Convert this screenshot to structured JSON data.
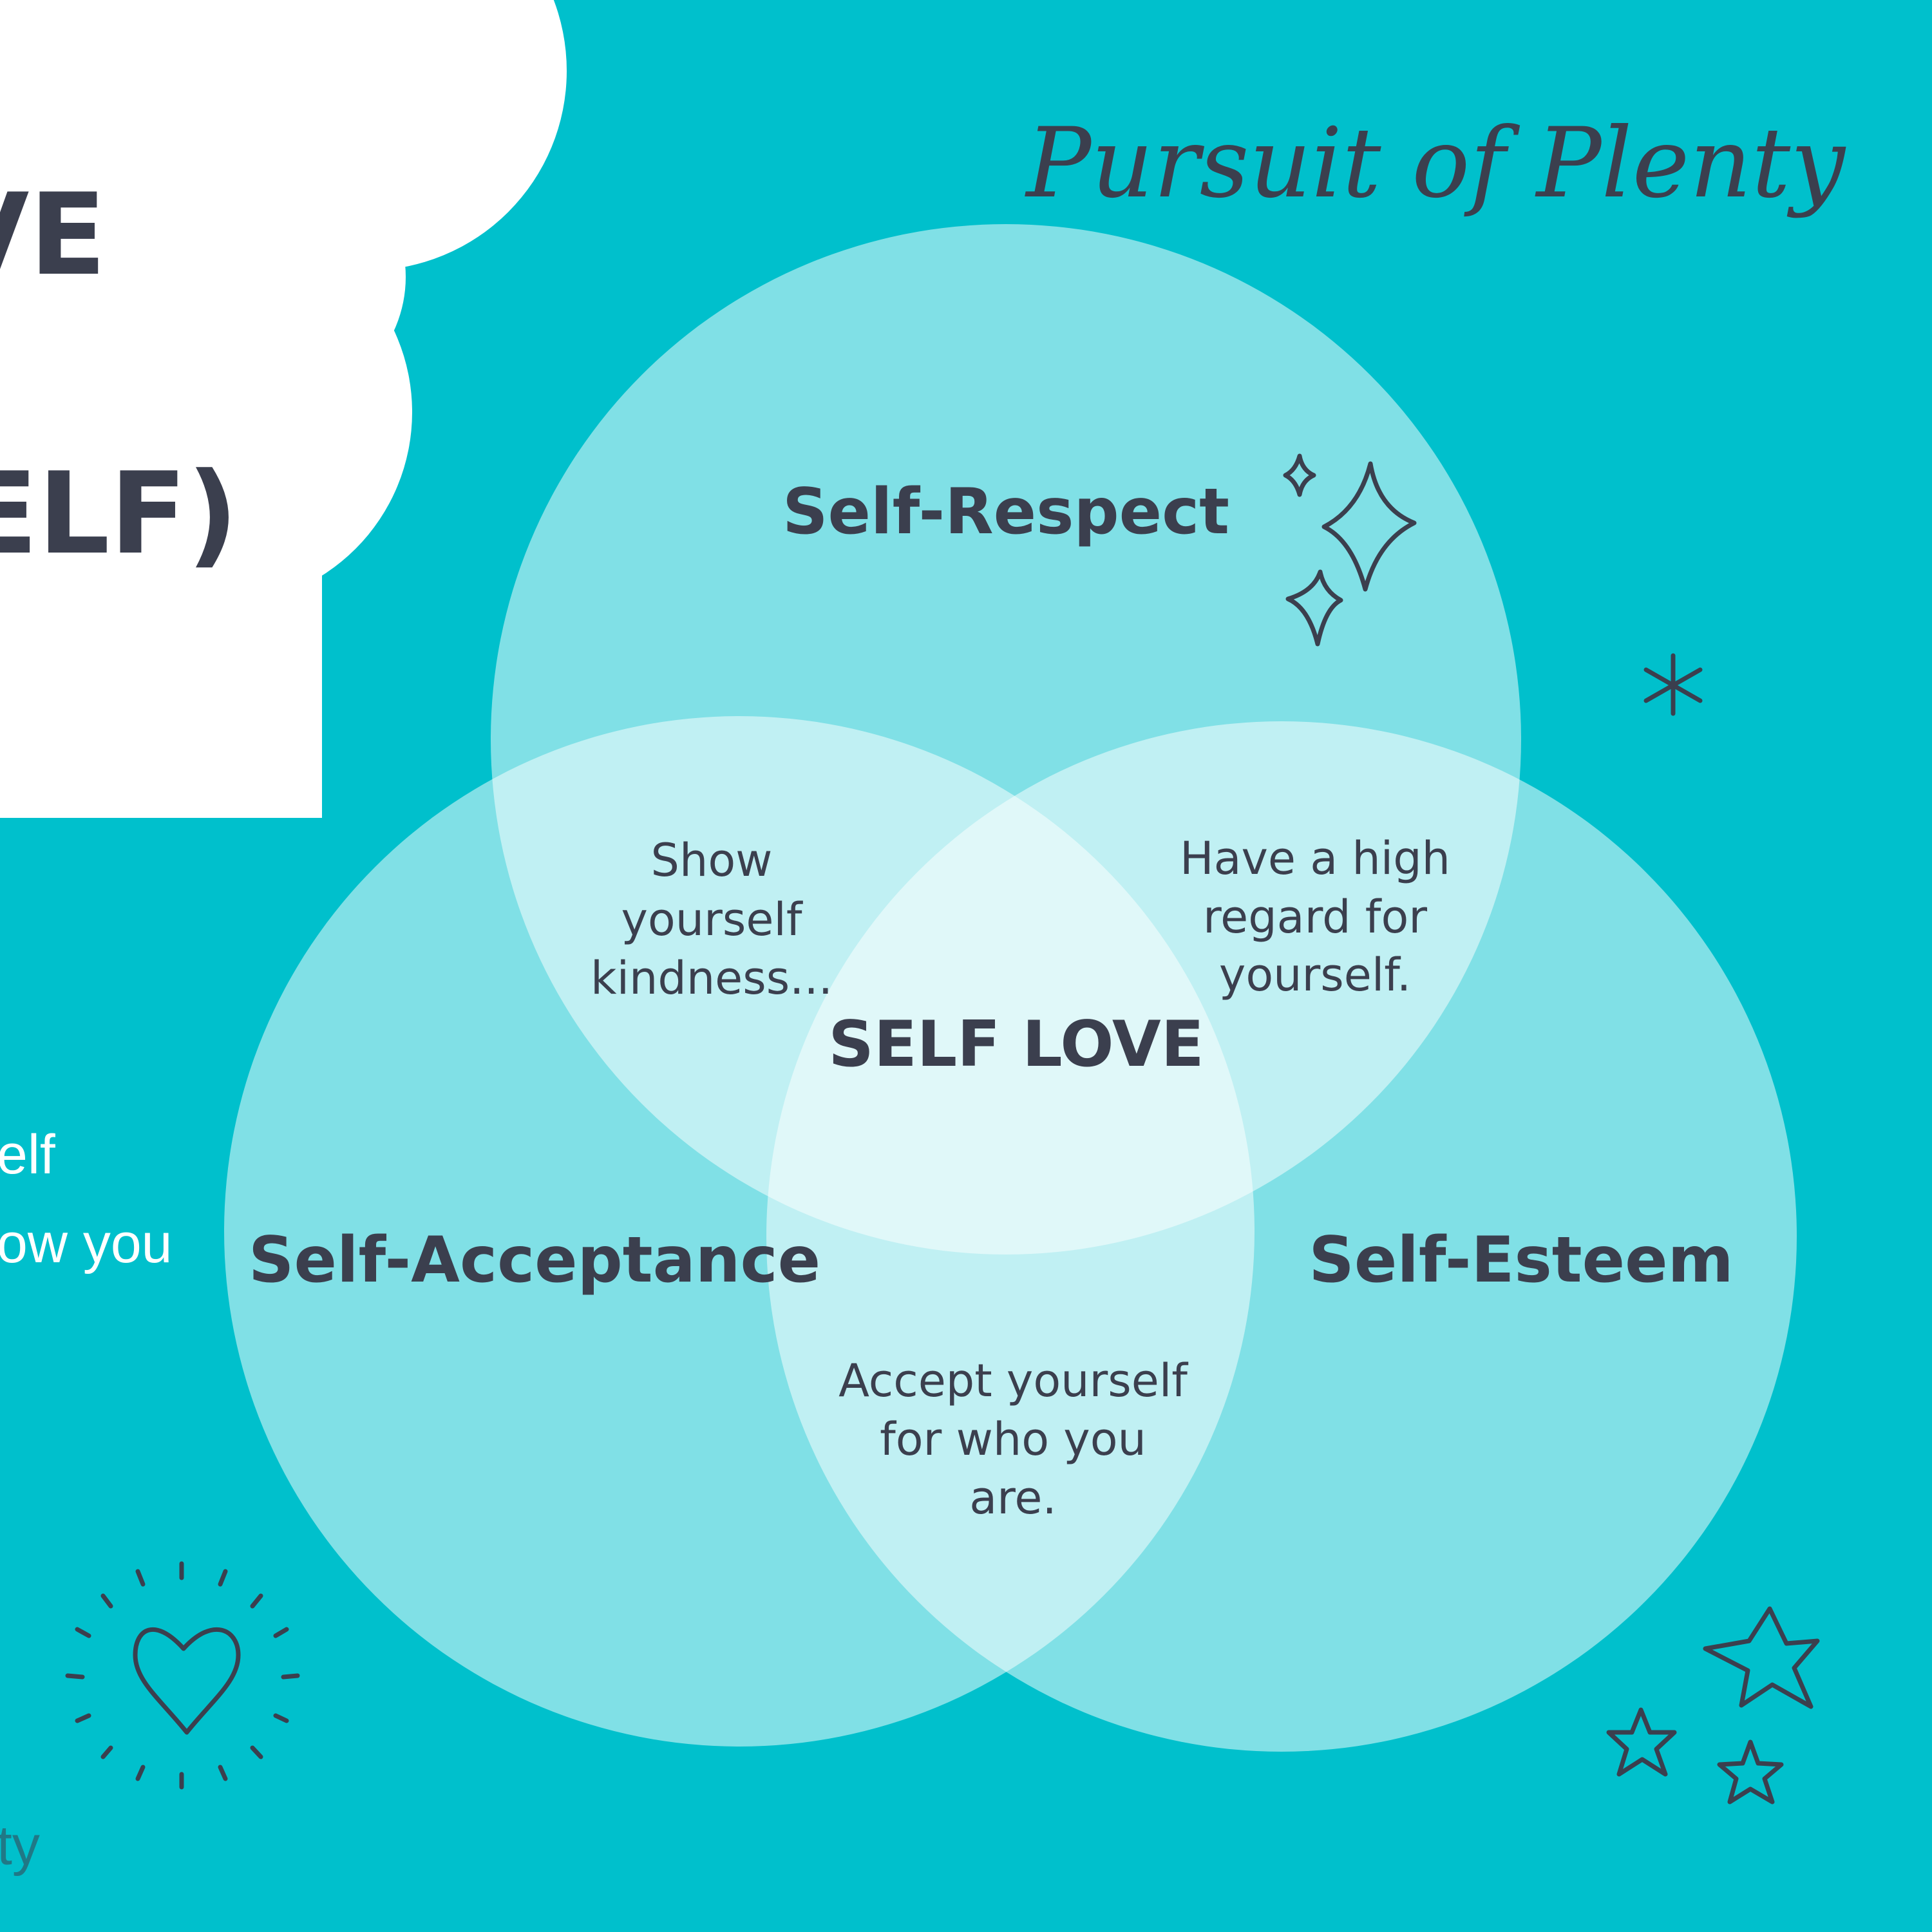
{
  "colors": {
    "background": "#00c0cc",
    "circle_fill": "#ffffff",
    "text": "#3b3f4e",
    "cloud": "#ffffff",
    "side_text": "#ffffff"
  },
  "cloud": {
    "heading_line_1": "VE",
    "heading_line_2": "ELF)"
  },
  "side_text": {
    "line_1": "elf",
    "line_2": "ow you",
    "line_3": "ty"
  },
  "brand": {
    "name": "Pursuit of Plenty"
  },
  "venn": {
    "circles": [
      {
        "label": "Self-Respect"
      },
      {
        "label": "Self-Acceptance"
      },
      {
        "label": "Self-Esteem"
      }
    ],
    "overlaps": {
      "respect_acceptance": [
        "Show",
        "yourself",
        "kindness..."
      ],
      "respect_esteem": [
        "Have a high",
        "regard for",
        "yourself."
      ],
      "acceptance_esteem": [
        "Accept yourself",
        "for who you",
        "are."
      ]
    },
    "center": "SELF LOVE"
  },
  "decorations": {
    "icons": [
      "sparkle-icon",
      "asterisk-icon",
      "heart-icon",
      "stars-icon"
    ]
  }
}
